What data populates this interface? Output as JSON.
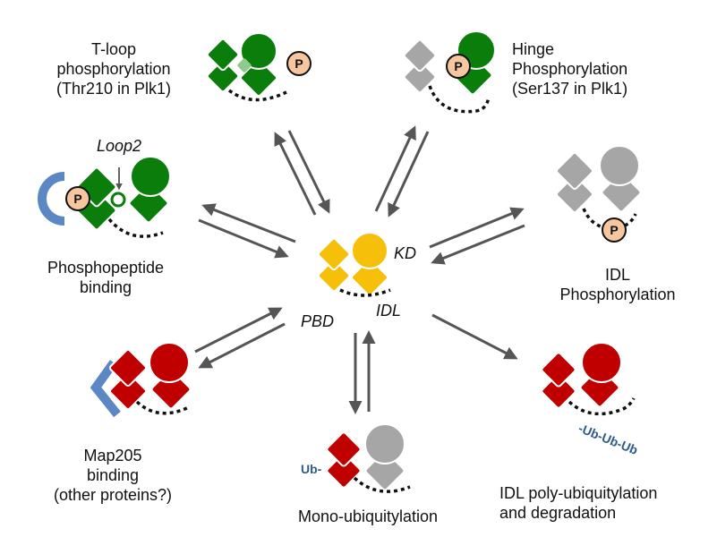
{
  "center": {
    "kd_label": "KD",
    "pbd_label": "PBD",
    "idl_label": "IDL"
  },
  "states": {
    "tloop": {
      "line1": "T-loop",
      "line2": "phosphorylation",
      "line3": "(Thr210 in Plk1)"
    },
    "hinge": {
      "line1": "Hinge",
      "line2": "Phosphorylation",
      "line3": "(Ser137 in Plk1)"
    },
    "phosphopeptide": {
      "loop_label": "Loop2",
      "line1": "Phosphopeptide",
      "line2": "binding"
    },
    "idl_phos": {
      "line1": "IDL",
      "line2": "Phosphorylation"
    },
    "map205": {
      "line1": "Map205",
      "line2": "binding",
      "line3": "(other proteins?)"
    },
    "mono_ub": {
      "tag": "Ub-",
      "line1": "Mono-ubiquitylation"
    },
    "poly_ub": {
      "tag": "-Ub-Ub-Ub",
      "line1": "IDL poly-ubiquitylation",
      "line2": "and degradation"
    }
  },
  "phospho_symbol": "P",
  "colors": {
    "active_green": "#0a7d0a",
    "inactive_gray": "#a6a6a6",
    "center_yellow": "#f5bf0a",
    "degraded_red": "#c00000",
    "phospho_fill": "#f6c6a0",
    "binding_blue": "#5b87c5",
    "arrow": "#555555",
    "linker": "#111111",
    "ub_text": "#2e5c8a"
  }
}
